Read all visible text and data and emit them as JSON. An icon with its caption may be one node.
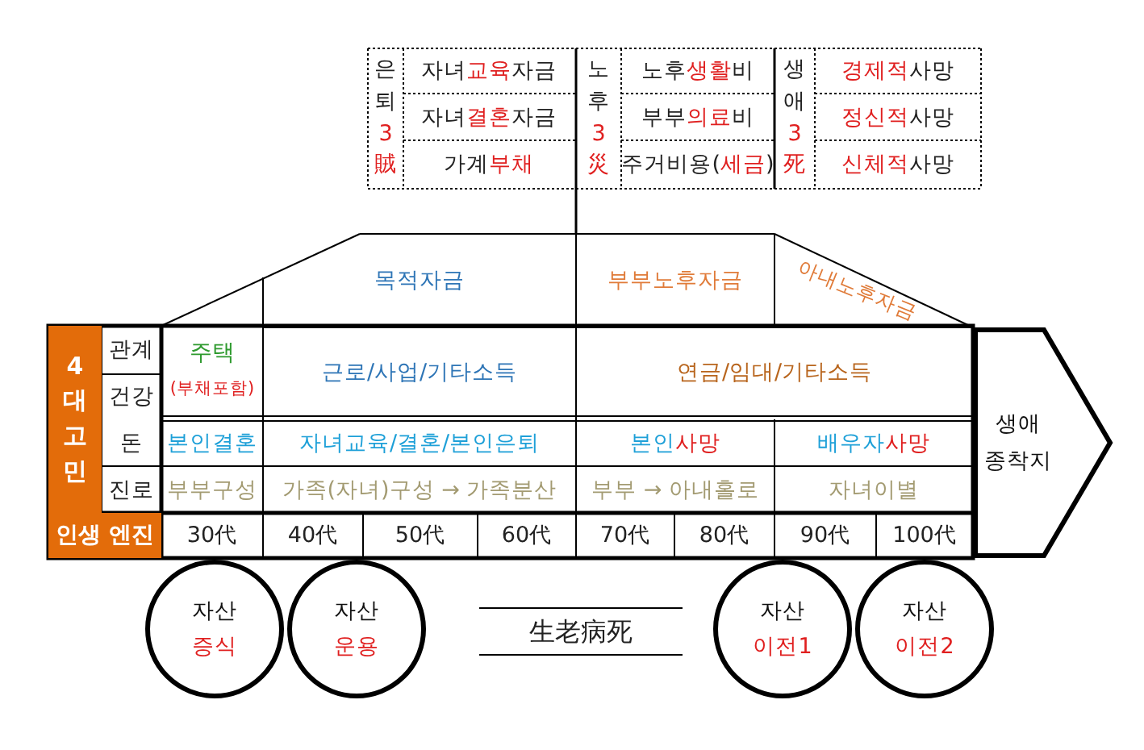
{
  "diagram": {
    "nodes": [
      {
        "text": [
          "생애 종착지"
        ]
      },
      {
        "text": [
          "자산",
          "증식"
        ]
      },
      {
        "text": [
          "자산",
          "운용"
        ]
      },
      {
        "text": [
          "자산",
          "이전1"
        ]
      },
      {
        "text": [
          "자산",
          "이전2"
        ]
      }
    ],
    "labels": [
      "은퇴3賊",
      "자녀교육자금",
      "노후3災",
      "노후생활비",
      "생애3死",
      "경제적사망",
      "자녀결혼자금",
      "부부의료비",
      "정신적사망",
      "가계부채",
      "주거비용(세금)",
      "신체적사망",
      "목적자금",
      "부부노후자금",
      "아내노후자금",
      "4대고민",
      "관계",
      "주택",
      "(부채포함)",
      "근로/사업/기타소득",
      "연금/임대/기타소득",
      "건강",
      "돈",
      "본인결혼",
      "자녀교육/결혼/본인은퇴",
      "본인사망",
      "배우자사망",
      "진로",
      "부부구성",
      "가족(자녀)구성 → 가족분산",
      "부부 → 아내홀로",
      "자녀이별",
      "인생 엔진",
      "30代",
      "40代",
      "50代",
      "60代",
      "70代",
      "80代",
      "90代",
      "100代",
      "生老病死"
    ]
  }
}
